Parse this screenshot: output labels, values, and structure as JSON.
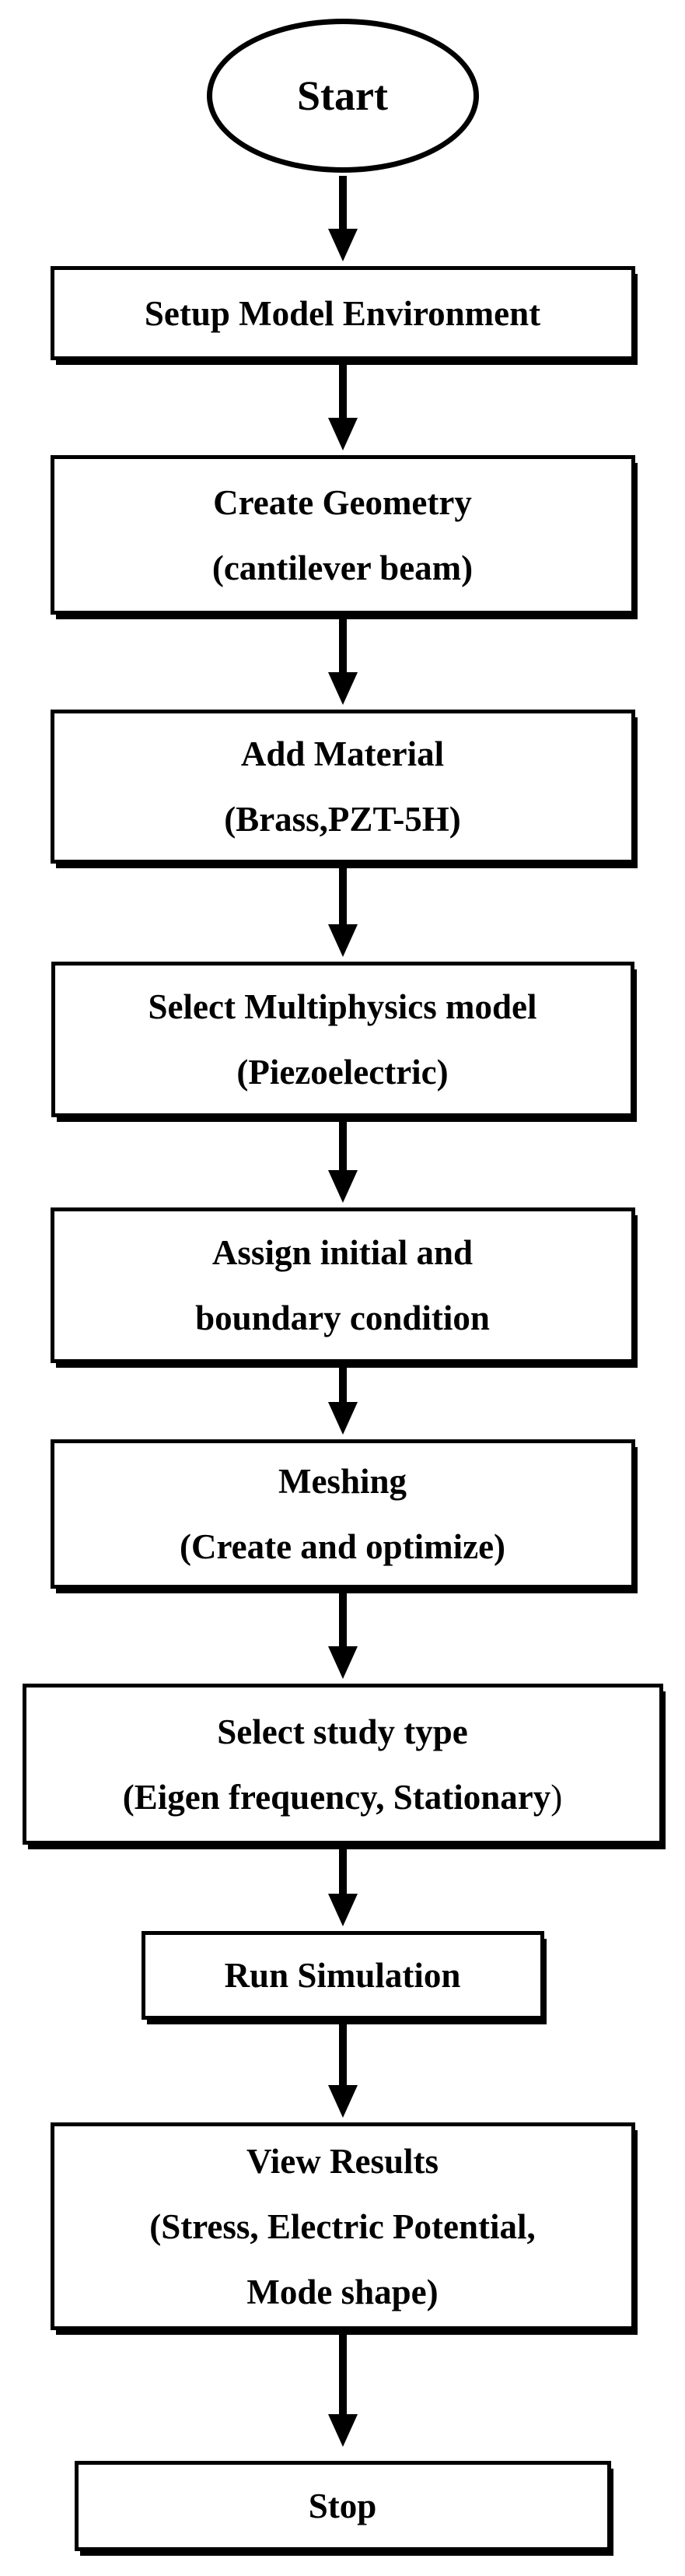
{
  "colors": {
    "ink": "#000000",
    "background": "#ffffff"
  },
  "icons": {
    "flow_arrow": "solid down arrow (stem + filled triangle head)"
  },
  "flowchart": {
    "description": "Simulation workflow flowchart",
    "nodes": [
      {
        "id": "start",
        "type": "terminator",
        "lines": [
          "Start"
        ]
      },
      {
        "id": "setup-model-environment",
        "type": "process",
        "lines": [
          "Setup Model Environment"
        ]
      },
      {
        "id": "create-geometry",
        "type": "process",
        "lines": [
          "Create Geometry",
          "(cantilever beam)"
        ]
      },
      {
        "id": "add-material",
        "type": "process",
        "lines": [
          "Add Material",
          "(Brass,PZT-5H)"
        ]
      },
      {
        "id": "select-multiphysics-model",
        "type": "process",
        "lines": [
          "Select Multiphysics model",
          "(Piezoelectric)"
        ]
      },
      {
        "id": "assign-initial-boundary-condition",
        "type": "process",
        "lines": [
          "Assign initial and",
          "boundary condition"
        ]
      },
      {
        "id": "meshing",
        "type": "process",
        "lines": [
          "Meshing",
          "(Create and optimize)"
        ]
      },
      {
        "id": "select-study-type",
        "type": "process",
        "lines": [
          "Select study type",
          "(Eigen frequency, Stationary"
        ],
        "line2_tail": ")"
      },
      {
        "id": "run-simulation",
        "type": "process",
        "lines": [
          "Run Simulation"
        ]
      },
      {
        "id": "view-results",
        "type": "process",
        "lines": [
          "View Results",
          "(Stress, Electric Potential,",
          "Mode shape)"
        ]
      },
      {
        "id": "stop",
        "type": "process",
        "lines": [
          "Stop"
        ]
      }
    ],
    "edges": [
      {
        "from": "start",
        "to": "setup-model-environment"
      },
      {
        "from": "setup-model-environment",
        "to": "create-geometry"
      },
      {
        "from": "create-geometry",
        "to": "add-material"
      },
      {
        "from": "add-material",
        "to": "select-multiphysics-model"
      },
      {
        "from": "select-multiphysics-model",
        "to": "assign-initial-boundary-condition"
      },
      {
        "from": "assign-initial-boundary-condition",
        "to": "meshing"
      },
      {
        "from": "meshing",
        "to": "select-study-type"
      },
      {
        "from": "select-study-type",
        "to": "run-simulation"
      },
      {
        "from": "run-simulation",
        "to": "view-results"
      },
      {
        "from": "view-results",
        "to": "stop"
      }
    ]
  }
}
